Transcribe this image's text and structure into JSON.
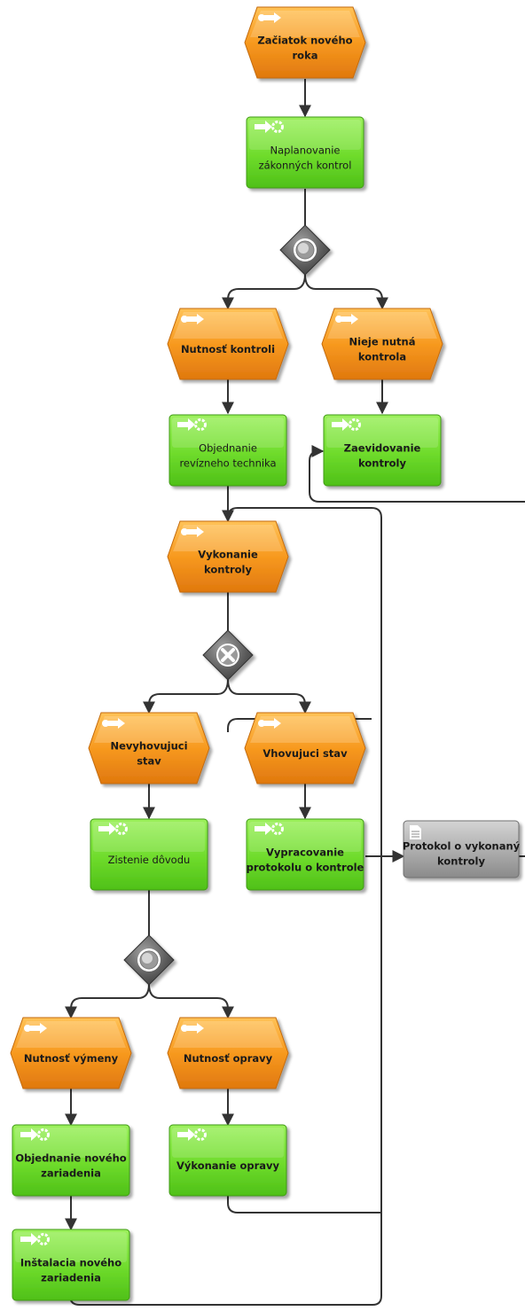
{
  "events": {
    "zaciatok": [
      "Začiatok nového",
      "roka"
    ],
    "nutnost_kontroli": [
      "Nutnosť kontroli"
    ],
    "nieje_nutna": [
      "Nieje nutná",
      "kontrola"
    ],
    "vykonanie_kontroly": [
      "Vykonanie",
      "kontroly"
    ],
    "nevyhovujuci": [
      "Nevyhovujuci",
      "stav"
    ],
    "vhovujuci": [
      "Vhovujuci stav"
    ],
    "nutnost_vymeny": [
      "Nutnosť výmeny"
    ],
    "nutnost_opravy": [
      "Nutnosť opravy"
    ]
  },
  "functions": {
    "naplanovanie": [
      "Naplanovanie",
      "zákonných kontrol"
    ],
    "objednanie_technika": [
      "Objednanie",
      "revízneho technika"
    ],
    "zaevidovanie": [
      "Zaevidovanie",
      "kontroly"
    ],
    "zistenie": [
      "Zistenie dôvodu"
    ],
    "vypracovanie": [
      "Vypracovanie",
      "protokolu o kontrole"
    ],
    "objednanie_zariadenia": [
      "Objednanie nového",
      "zariadenia"
    ],
    "vykonanie_opravy": [
      "Výkonanie opravy"
    ],
    "instalacia": [
      "Inštalacia nového",
      "zariadenia"
    ]
  },
  "documents": {
    "protokol": [
      "Protokol o vykonaný",
      "kontroly"
    ]
  },
  "gateways": {
    "or1": "or-gateway",
    "xor1": "xor-gateway",
    "or2": "or-gateway"
  },
  "colors": {
    "event": "#f59a1c",
    "function": "#6fdc2c",
    "document": "#a6a6a6",
    "gateway": "#6b6b6b",
    "connector": "#333333"
  }
}
